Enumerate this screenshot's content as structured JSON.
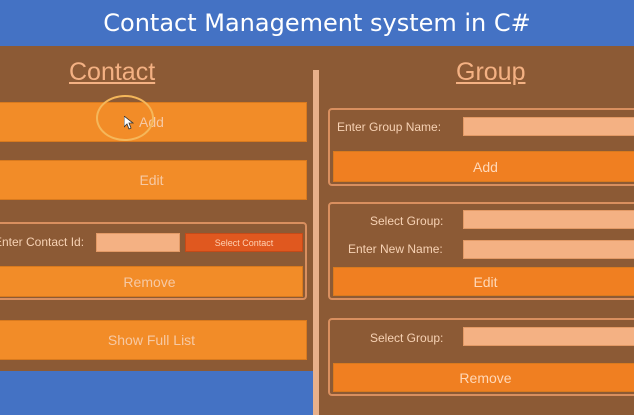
{
  "banner": {
    "title": "Contact Management system in C#"
  },
  "contact": {
    "heading": "Contact",
    "add_label": "Add",
    "edit_label": "Edit",
    "enter_id_label": "Enter Contact Id:",
    "select_contact_label": "Select Contact",
    "remove_label": "Remove",
    "show_full_list_label": "Show Full List"
  },
  "group": {
    "heading": "Group",
    "enter_group_name_label": "Enter Group Name:",
    "add_label": "Add",
    "select_group_label": "Select Group:",
    "enter_new_name_label": "Enter New Name:",
    "edit_label": "Edit",
    "remove_select_group_label": "Select Group:",
    "remove_label": "Remove"
  },
  "colors": {
    "background": "#8c5a35",
    "button": "#f28c28",
    "textbox": "#f4b183",
    "banner": "#4472c4"
  },
  "icons": {
    "cursor": "mouse-pointer-icon"
  }
}
